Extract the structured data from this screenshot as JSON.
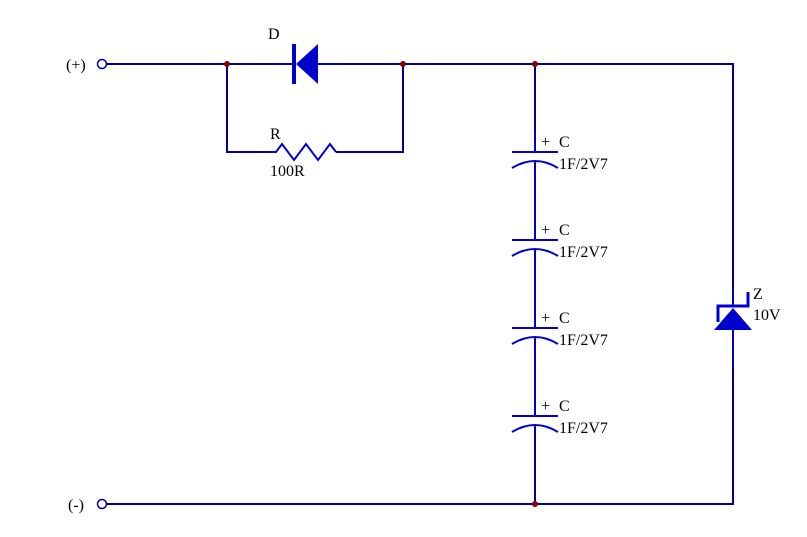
{
  "colors": {
    "wire": "#00008b",
    "component": "#0000cc",
    "junction": "#8b0000",
    "text": "#000000"
  },
  "terminals": {
    "positive_label": "(+)",
    "negative_label": "(-)"
  },
  "diode": {
    "label": "D"
  },
  "resistor": {
    "label": "R",
    "value": "100R"
  },
  "capacitors": [
    {
      "polarity": "+",
      "label": "C",
      "value": "1F/2V7"
    },
    {
      "polarity": "+",
      "label": "C",
      "value": "1F/2V7"
    },
    {
      "polarity": "+",
      "label": "C",
      "value": "1F/2V7"
    },
    {
      "polarity": "+",
      "label": "C",
      "value": "1F/2V7"
    }
  ],
  "zener": {
    "label": "Z",
    "value": "10V"
  }
}
